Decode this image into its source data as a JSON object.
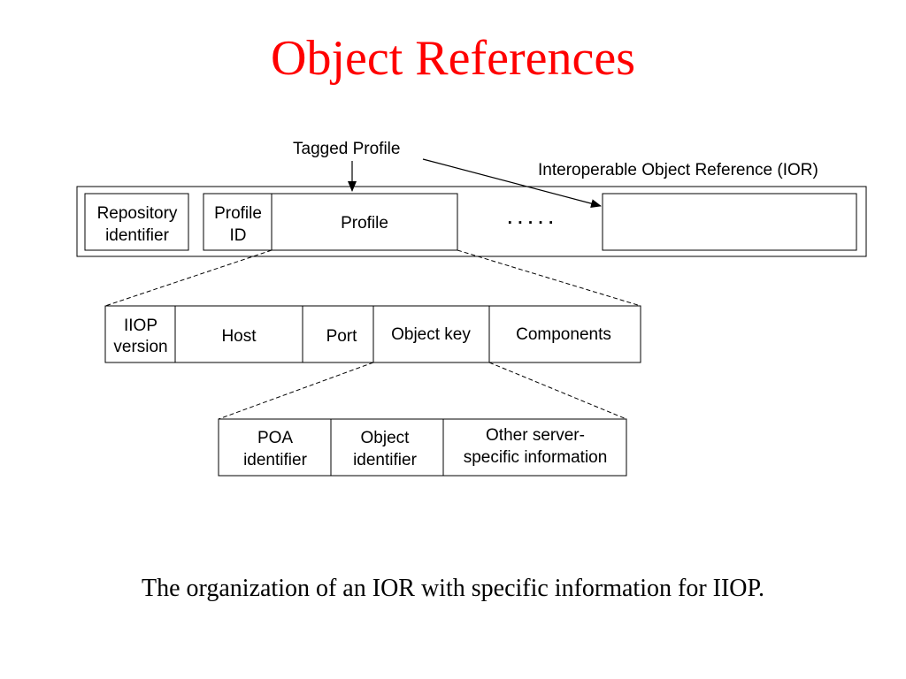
{
  "title": "Object References",
  "title_color": "#ff0000",
  "diagram": {
    "tagged_profile_label": "Tagged Profile",
    "ior_label": "Interoperable Object Reference (IOR)",
    "ior_row": {
      "repository_line1": "Repository",
      "repository_line2": "identifier",
      "profile_id_line1": "Profile",
      "profile_id_line2": "ID",
      "profile": "Profile",
      "ellipsis": "·  ·  ·  ·  ·"
    },
    "iiop_row": {
      "iiop_line1": "IIOP",
      "iiop_line2": "version",
      "host": "Host",
      "port": "Port",
      "object_key": "Object key",
      "components": "Components"
    },
    "key_row": {
      "poa_line1": "POA",
      "poa_line2": "identifier",
      "object_line1": "Object",
      "object_line2": "identifier",
      "other_line1": "Other server-",
      "other_line2": "specific information"
    }
  },
  "caption": "The organization of an IOR with specific information for IIOP."
}
